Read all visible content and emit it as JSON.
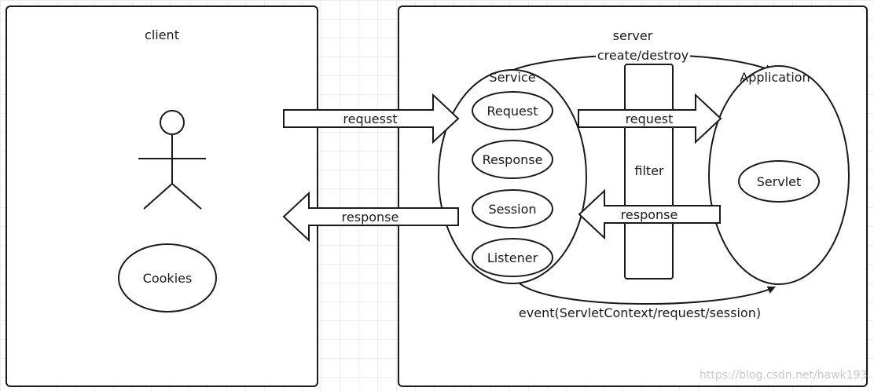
{
  "client": {
    "label": "client",
    "cookies": "Cookies"
  },
  "server": {
    "label": "server",
    "service": "Service",
    "service_items": [
      "Request",
      "Response",
      "Session",
      "Listener"
    ],
    "filter": "filter",
    "application": "Application",
    "servlet": "Servlet"
  },
  "edges": {
    "client_request": "requesst",
    "client_response": "response",
    "filter_request": "request",
    "filter_response": "response",
    "create_destroy": "create/destroy",
    "event": "event(ServletContext/request/session)"
  },
  "watermark": "https://blog.csdn.net/hawk193",
  "colors": {
    "stroke": "#1a1a1a",
    "grid": "#ececec",
    "fill": "#ffffff"
  }
}
